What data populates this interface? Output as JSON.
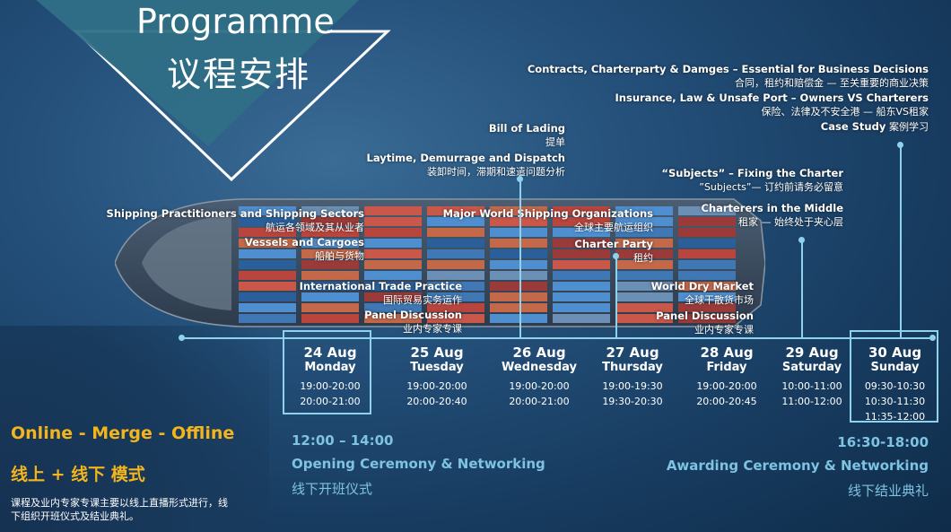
{
  "title": {
    "en": "Programme",
    "cn": "议程安排"
  },
  "top_right": {
    "items": [
      {
        "en": "Contracts, Charterparty & Damges – Essential for Business Decisions",
        "cn": "合同，租约和赔偿金 — 至关重要的商业决策"
      },
      {
        "en": "Insurance, Law & Unsafe Port – Owners VS Charterers",
        "cn": "保险、法律及不安全港 — 船东VS租家"
      },
      {
        "en": "Case Study",
        "cn": "案例学习"
      }
    ]
  },
  "topics": {
    "bill_of_lading": {
      "en": "Bill of Lading",
      "cn": "提单"
    },
    "laytime": {
      "en": "Laytime, Demurrage and Dispatch",
      "cn": "装卸时间，滞期和速遣问题分析"
    },
    "subjects": {
      "en": "“Subjects” – Fixing the Charter",
      "cn": "”Subjects”— 订约前请务必留意"
    },
    "charterers_middle": {
      "en": "Charterers in the Middle",
      "cn": "租家 — 始终处于夹心层"
    },
    "practitioners": {
      "en": "Shipping Practitioners and Shipping Sectors",
      "cn": "航运各领域及其从业者"
    },
    "vessels": {
      "en": "Vessels and Cargoes",
      "cn": "船舶与货物"
    },
    "organizations": {
      "en": "Major World Shipping Organizations",
      "cn": "全球主要航运组织"
    },
    "charter_party": {
      "en": "Charter Party",
      "cn": "租约"
    },
    "trade_practice": {
      "en": "International Trade Practice",
      "cn": "国际贸易实务运作"
    },
    "panel1": {
      "en": "Panel Discussion",
      "cn": "业内专家专课"
    },
    "dry_market": {
      "en": "World Dry Market",
      "cn": "全球干散货市场"
    },
    "panel2": {
      "en": "Panel Discussion",
      "cn": "业内专家专课"
    }
  },
  "days": [
    {
      "date": "24 Aug",
      "weekday": "Monday",
      "times": [
        "19:00-20:00",
        "20:00-21:00"
      ]
    },
    {
      "date": "25 Aug",
      "weekday": "Tuesday",
      "times": [
        "19:00-20:00",
        "20:00-20:40"
      ]
    },
    {
      "date": "26 Aug",
      "weekday": "Wednesday",
      "times": [
        "19:00-20:00",
        "20:00-21:00"
      ]
    },
    {
      "date": "27 Aug",
      "weekday": "Thursday",
      "times": [
        "19:00-19:30",
        "19:30-20:30"
      ]
    },
    {
      "date": "28 Aug",
      "weekday": "Friday",
      "times": [
        "19:00-20:00",
        "20:00-20:45"
      ]
    },
    {
      "date": "29 Aug",
      "weekday": "Saturday",
      "times": [
        "10:00-11:00",
        "11:00-12:00"
      ]
    },
    {
      "date": "30 Aug",
      "weekday": "Sunday",
      "times": [
        "09:30-10:30",
        "10:30-11:30",
        "11:35-12:00"
      ]
    }
  ],
  "mode": {
    "en": "Online - Merge - Offline",
    "cn": "线上 + 线下 模式",
    "desc": "课程及业内专家专课主要以线上直播形式进行，线下组织开班仪式及结业典礼。"
  },
  "opening": {
    "time": "12:00 – 14:00",
    "name": "Opening Ceremony & Networking",
    "cn": "线下开班仪式"
  },
  "awarding": {
    "time": "16:30-18:00",
    "name": "Awarding Ceremony & Networking",
    "cn": "线下结业典礼"
  },
  "colors": {
    "accent": "#8fd2ec",
    "gold": "#f3b51c",
    "ceremony": "#7ec3e1",
    "triangle": "#2e6f86"
  }
}
